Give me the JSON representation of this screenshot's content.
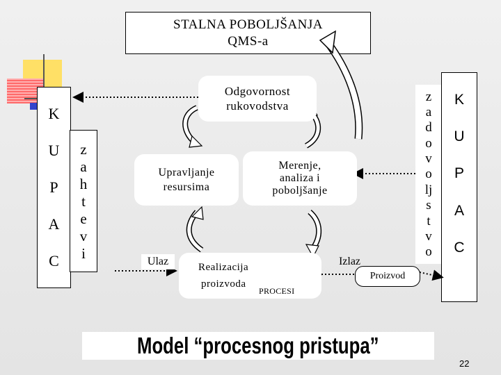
{
  "title": {
    "line1": "STALNA POBOLJŠANJA",
    "line2": "QMS-a"
  },
  "left_column": {
    "letters": [
      "K",
      "U",
      "P",
      "A",
      "C"
    ]
  },
  "left_requirements": {
    "letters": [
      "z",
      "a",
      "h",
      "t",
      "e",
      "v",
      "i"
    ]
  },
  "right_satisfaction": {
    "letters": [
      "z",
      "a",
      "d",
      "o",
      "v",
      "o",
      "lj",
      "s",
      "t",
      "v",
      "o"
    ]
  },
  "right_column": {
    "letters": [
      "K",
      "U",
      "P",
      "A",
      "C"
    ]
  },
  "processes": {
    "responsibility": {
      "line1": "Odgovornost",
      "line2": "rukovodstva"
    },
    "resources": {
      "line1": "Upravljanje",
      "line2": "resursima"
    },
    "measurement": {
      "line1": "Merenje,",
      "line2": "analiza i",
      "line3": "poboljšanje"
    },
    "realization": {
      "line1": "Realizacija",
      "line2": "proizvoda"
    }
  },
  "labels": {
    "input": "Ulaz",
    "output": "Izlaz",
    "processes": "PROCESI",
    "product": "Proizvod"
  },
  "footer": {
    "text": "Model “procesnog pristupa”"
  },
  "page_number": "22",
  "colors": {
    "deco_yellow": "#ffe066",
    "deco_red": "#ff4b4b",
    "deco_blue": "#3344cc"
  }
}
